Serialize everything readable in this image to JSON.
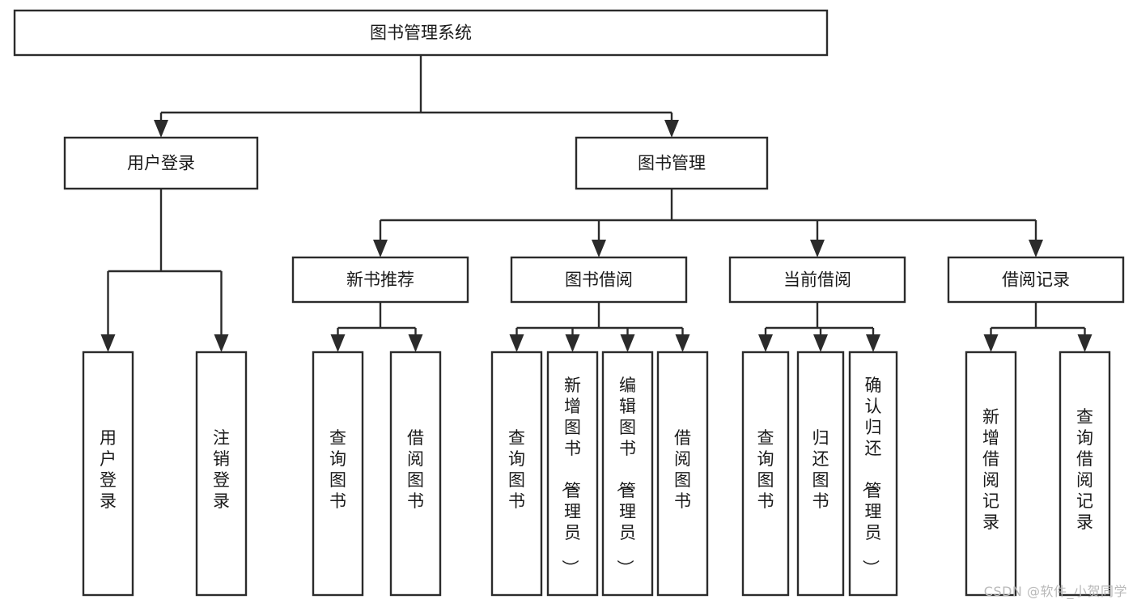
{
  "diagram": {
    "title": "图书管理系统",
    "type": "tree-hierarchy-chart",
    "watermark": "CSDN @软件_小贺同学",
    "colors": {
      "stroke": "#2b2b2b",
      "box_fill": "#ffffff",
      "text": "#1a1a1a",
      "background": "#ffffff",
      "watermark": "#b9b9b9"
    },
    "levels": {
      "root": {
        "label": "图书管理系统"
      },
      "level2": [
        {
          "id": "user-login",
          "label": "用户登录"
        },
        {
          "id": "book-management",
          "label": "图书管理"
        }
      ],
      "level3": [
        {
          "id": "new-book-recommend",
          "label": "新书推荐",
          "parent": "book-management"
        },
        {
          "id": "book-borrow",
          "label": "图书借阅",
          "parent": "book-management"
        },
        {
          "id": "current-borrow",
          "label": "当前借阅",
          "parent": "book-management"
        },
        {
          "id": "borrow-record",
          "label": "借阅记录",
          "parent": "book-management"
        }
      ],
      "leaves": [
        {
          "id": "leaf-user-login",
          "label": "用户登录",
          "parent": "user-login"
        },
        {
          "id": "leaf-logout-login",
          "label": "注销登录",
          "parent": "user-login"
        },
        {
          "id": "leaf-query-book-1",
          "label": "查询图书",
          "parent": "new-book-recommend"
        },
        {
          "id": "leaf-borrow-book-1",
          "label": "借阅图书",
          "parent": "new-book-recommend"
        },
        {
          "id": "leaf-query-book-2",
          "label": "查询图书",
          "parent": "book-borrow"
        },
        {
          "id": "leaf-add-book",
          "label": "新增图书（管理员）",
          "parent": "book-borrow"
        },
        {
          "id": "leaf-edit-book",
          "label": "编辑图书（管理员）",
          "parent": "book-borrow"
        },
        {
          "id": "leaf-borrow-book-2",
          "label": "借阅图书",
          "parent": "book-borrow"
        },
        {
          "id": "leaf-query-book-3",
          "label": "查询图书",
          "parent": "current-borrow"
        },
        {
          "id": "leaf-return-book",
          "label": "归还图书",
          "parent": "current-borrow"
        },
        {
          "id": "leaf-confirm-return",
          "label": "确认归还（管理员）",
          "parent": "current-borrow"
        },
        {
          "id": "leaf-add-record",
          "label": "新增借阅记录",
          "parent": "borrow-record"
        },
        {
          "id": "leaf-query-record",
          "label": "查询借阅记录",
          "parent": "borrow-record"
        }
      ]
    }
  }
}
